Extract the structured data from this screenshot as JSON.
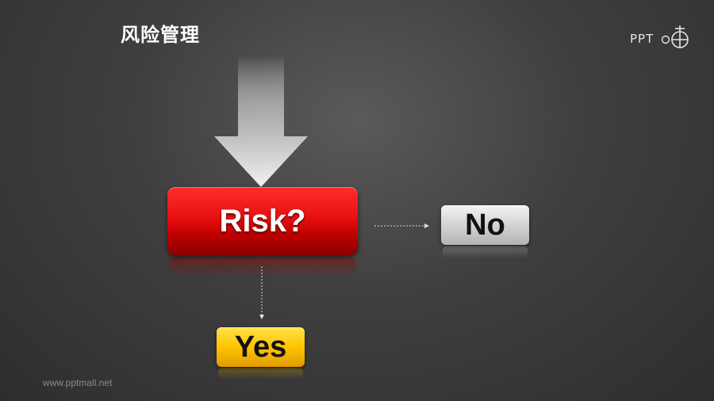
{
  "title": "风险管理",
  "logo": {
    "text": "PPT",
    "icon": "ppt-mall-logo-icon"
  },
  "footer": "www.pptmall.net",
  "diagram": {
    "decision": {
      "label": "Risk?",
      "color": "#e01010"
    },
    "no": {
      "label": "No",
      "color": "#d0d0d0"
    },
    "yes": {
      "label": "Yes",
      "color": "#ffc400"
    },
    "input_arrow": {
      "icon": "down-arrow-icon"
    }
  }
}
